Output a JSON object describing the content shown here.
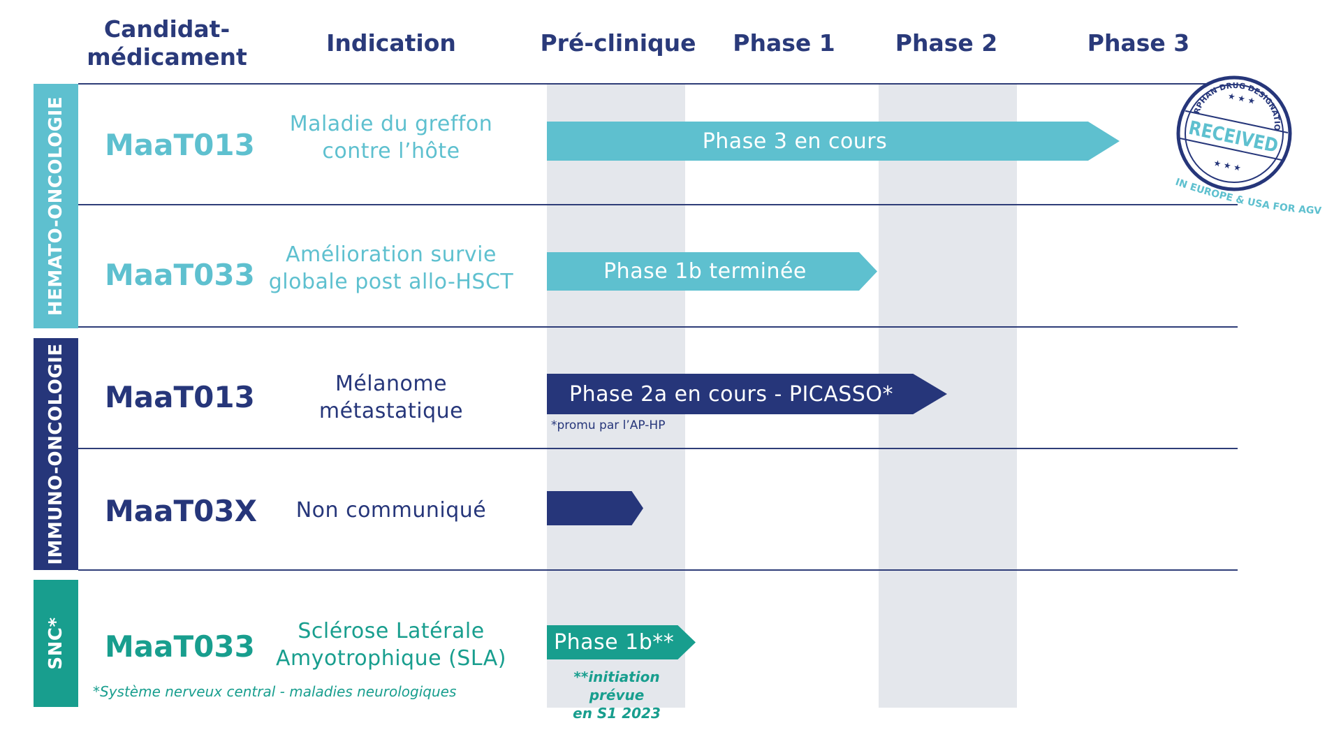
{
  "headers": {
    "candidate": "Candidat-\nmédicament",
    "indication": "Indication",
    "preclinical": "Pré-clinique",
    "phase1": "Phase 1",
    "phase2": "Phase 2",
    "phase3": "Phase 3"
  },
  "categories": {
    "hemato": "HEMATO-ONCOLOGIE",
    "immuno": "IMMUNO-ONCOLOGIE",
    "snc": "SNC*"
  },
  "rows": [
    {
      "drug": "MaaT013",
      "indication": "Maladie du greffon contre l’hôte",
      "status": "Phase 3 en cours",
      "progress": "Phase 3"
    },
    {
      "drug": "MaaT033",
      "indication": "Amélioration survie globale post allo-HSCT",
      "status": "Phase 1b terminée",
      "progress": "Phase 1"
    },
    {
      "drug": "MaaT013",
      "indication": "Mélanome métastatique",
      "status": "Phase 2a en cours - PICASSO*",
      "progress": "Phase 2",
      "note": "*promu par l’AP-HP"
    },
    {
      "drug": "MaaT03X",
      "indication": "Non communiqué",
      "status": "",
      "progress": "Pré-clinique"
    },
    {
      "drug": "MaaT033",
      "indication": "Sclérose Latérale Amyotrophique (SLA)",
      "status": "Phase 1b**",
      "progress": "Pré-clinique",
      "note": "**initiation prévue\nen S1 2023"
    }
  ],
  "footnote": "*Système nerveux central - maladies neurologiques",
  "stamp": {
    "top_text": "ORPHAN DRUG DESIGNATION",
    "main_text": "RECEIVED",
    "bottom_text": "IN EUROPE & USA FOR AGVHD"
  },
  "colors": {
    "navy": "#26367a",
    "light_blue": "#5ec0cf",
    "teal": "#189e8e",
    "band_gray": "#e4e7ec"
  },
  "icons": [
    "stamp-icon",
    "star-icon"
  ]
}
